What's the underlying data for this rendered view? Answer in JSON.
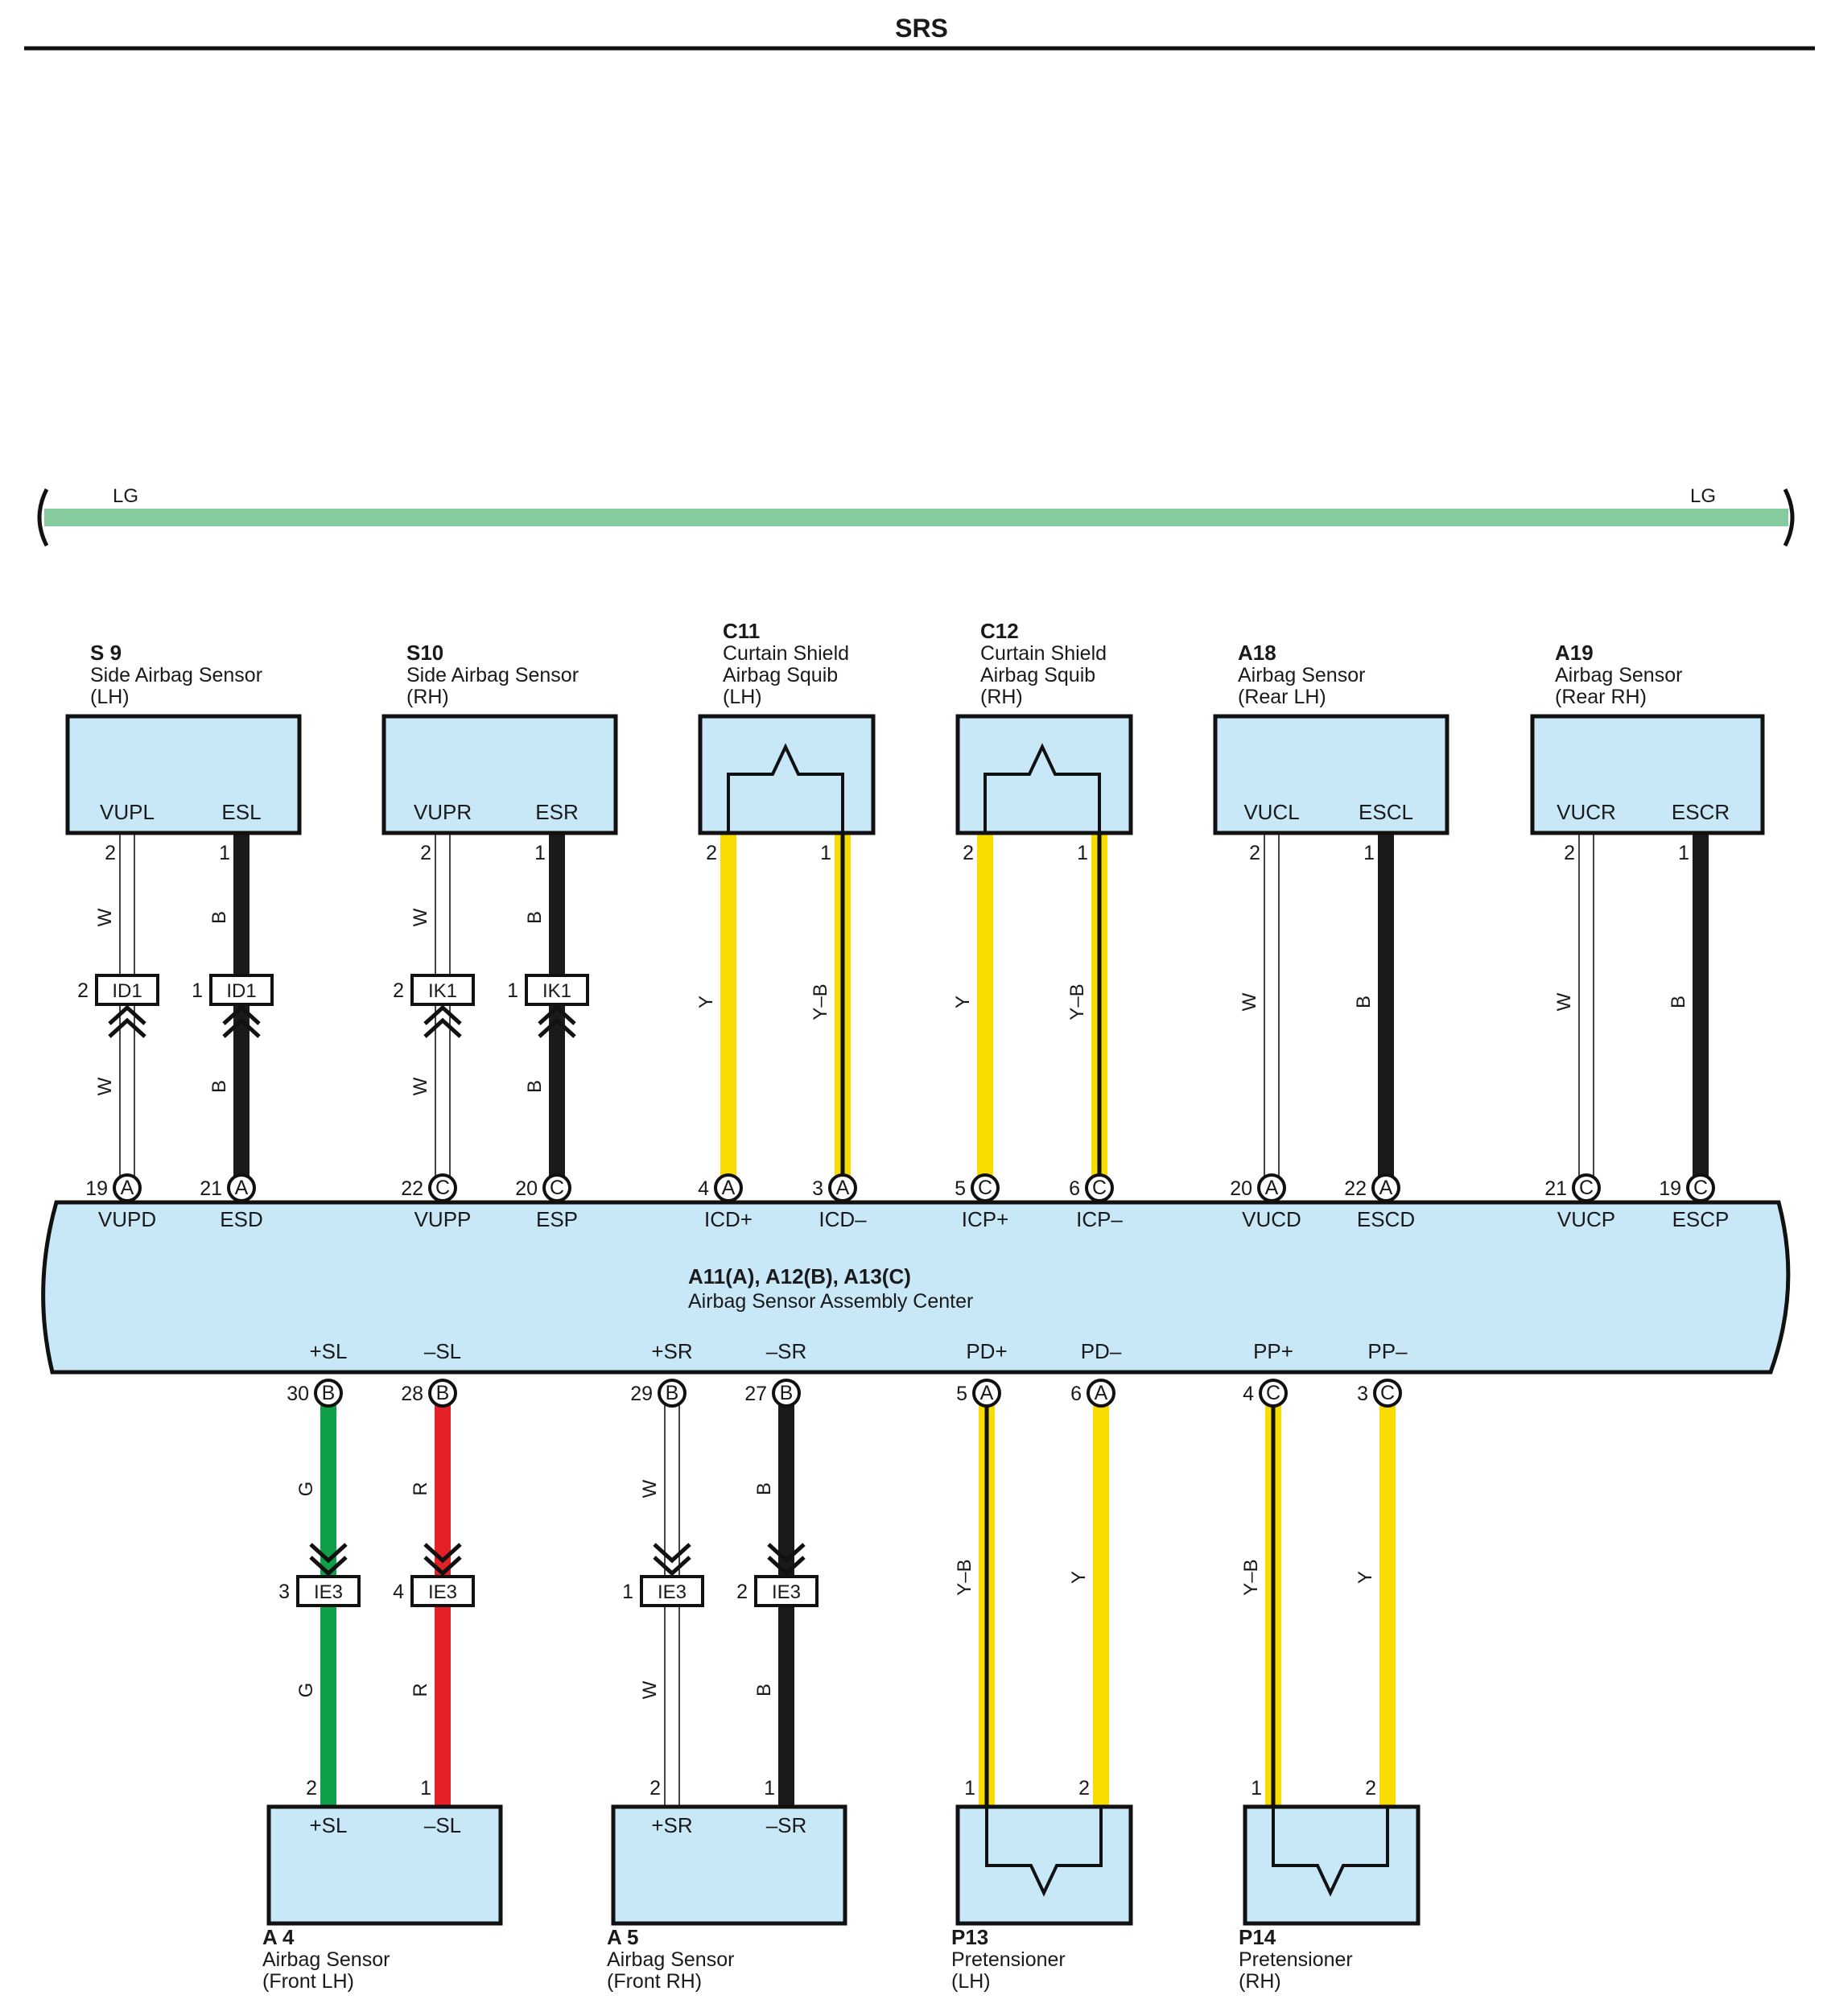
{
  "title": "SRS",
  "lg_bus": {
    "color": "LG",
    "hex": "#86cba0"
  },
  "colors": {
    "W": "#ffffff",
    "B": "#1a1a1a",
    "Y": "#f8dc00",
    "G": "#10a04a",
    "R": "#e42126",
    "LG": "#86cba0",
    "box": "#c8e8f8"
  },
  "main_unit": {
    "code": "A11(A), A12(B), A13(C)",
    "name": "Airbag Sensor Assembly Center",
    "top_pins": [
      {
        "term": "VUPD",
        "pin": "19",
        "conn": "A"
      },
      {
        "term": "ESD",
        "pin": "21",
        "conn": "A"
      },
      {
        "term": "VUPP",
        "pin": "22",
        "conn": "C"
      },
      {
        "term": "ESP",
        "pin": "20",
        "conn": "C"
      },
      {
        "term": "ICD+",
        "pin": "4",
        "conn": "A"
      },
      {
        "term": "ICD–",
        "pin": "3",
        "conn": "A"
      },
      {
        "term": "ICP+",
        "pin": "5",
        "conn": "C"
      },
      {
        "term": "ICP–",
        "pin": "6",
        "conn": "C"
      },
      {
        "term": "VUCD",
        "pin": "20",
        "conn": "A"
      },
      {
        "term": "ESCD",
        "pin": "22",
        "conn": "A"
      },
      {
        "term": "VUCP",
        "pin": "21",
        "conn": "C"
      },
      {
        "term": "ESCP",
        "pin": "19",
        "conn": "C"
      }
    ],
    "bottom_pins": [
      {
        "term": "+SL",
        "pin": "30",
        "conn": "B"
      },
      {
        "term": "–SL",
        "pin": "28",
        "conn": "B"
      },
      {
        "term": "+SR",
        "pin": "29",
        "conn": "B"
      },
      {
        "term": "–SR",
        "pin": "27",
        "conn": "B"
      },
      {
        "term": "PD+",
        "pin": "5",
        "conn": "A"
      },
      {
        "term": "PD–",
        "pin": "6",
        "conn": "A"
      },
      {
        "term": "PP+",
        "pin": "4",
        "conn": "C"
      },
      {
        "term": "PP–",
        "pin": "3",
        "conn": "C"
      }
    ]
  },
  "top_components": [
    {
      "code": "S 9",
      "name1": "Side Airbag Sensor",
      "name2": "(LH)",
      "type": "sensor",
      "terms": [
        "VUPL",
        "ESL"
      ],
      "pins": [
        "2",
        "1"
      ]
    },
    {
      "code": "S10",
      "name1": "Side Airbag Sensor",
      "name2": "(RH)",
      "type": "sensor",
      "terms": [
        "VUPR",
        "ESR"
      ],
      "pins": [
        "2",
        "1"
      ]
    },
    {
      "code": "C11",
      "name1": "Curtain Shield",
      "name2": "Airbag Squib",
      "name3": "(LH)",
      "type": "squib",
      "terms": [
        "",
        ""
      ],
      "pins": [
        "2",
        "1"
      ]
    },
    {
      "code": "C12",
      "name1": "Curtain Shield",
      "name2": "Airbag Squib",
      "name3": "(RH)",
      "type": "squib",
      "terms": [
        "",
        ""
      ],
      "pins": [
        "2",
        "1"
      ]
    },
    {
      "code": "A18",
      "name1": "Airbag Sensor",
      "name2": "(Rear LH)",
      "type": "sensor",
      "terms": [
        "VUCL",
        "ESCL"
      ],
      "pins": [
        "2",
        "1"
      ]
    },
    {
      "code": "A19",
      "name1": "Airbag Sensor",
      "name2": "(Rear RH)",
      "type": "sensor",
      "terms": [
        "VUCR",
        "ESCR"
      ],
      "pins": [
        "2",
        "1"
      ]
    }
  ],
  "bottom_components": [
    {
      "code": "A 4",
      "name1": "Airbag Sensor",
      "name2": "(Front LH)",
      "type": "sensor",
      "terms": [
        "+SL",
        "–SL"
      ],
      "pins": [
        "2",
        "1"
      ]
    },
    {
      "code": "A 5",
      "name1": "Airbag Sensor",
      "name2": "(Front RH)",
      "type": "sensor",
      "terms": [
        "+SR",
        "–SR"
      ],
      "pins": [
        "2",
        "1"
      ]
    },
    {
      "code": "P13",
      "name1": "Pretensioner",
      "name2": "(LH)",
      "type": "pretensioner",
      "terms": [
        "",
        ""
      ],
      "pins": [
        "1",
        "2"
      ]
    },
    {
      "code": "P14",
      "name1": "Pretensioner",
      "name2": "(RH)",
      "type": "pretensioner",
      "terms": [
        "",
        ""
      ],
      "pins": [
        "1",
        "2"
      ]
    }
  ],
  "top_wires": [
    {
      "color": "W",
      "split": "ID1",
      "split_pin": "2"
    },
    {
      "color": "B",
      "split": "ID1",
      "split_pin": "1"
    },
    {
      "color": "W",
      "split": "IK1",
      "split_pin": "2"
    },
    {
      "color": "B",
      "split": "IK1",
      "split_pin": "1"
    },
    {
      "color": "Y"
    },
    {
      "color": "Y–B"
    },
    {
      "color": "Y"
    },
    {
      "color": "Y–B"
    },
    {
      "color": "W"
    },
    {
      "color": "B"
    },
    {
      "color": "W"
    },
    {
      "color": "B"
    }
  ],
  "bottom_wires": [
    {
      "color": "G",
      "split": "IE3",
      "split_pin": "3"
    },
    {
      "color": "R",
      "split": "IE3",
      "split_pin": "4"
    },
    {
      "color": "W",
      "split": "IE3",
      "split_pin": "1"
    },
    {
      "color": "B",
      "split": "IE3",
      "split_pin": "2"
    },
    {
      "color": "Y–B"
    },
    {
      "color": "Y"
    },
    {
      "color": "Y–B"
    },
    {
      "color": "Y"
    }
  ]
}
